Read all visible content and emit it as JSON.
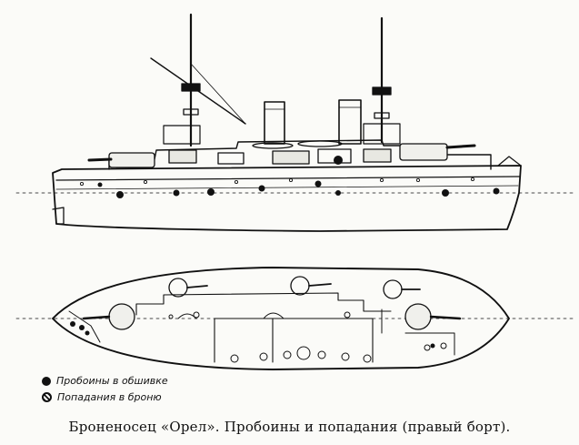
{
  "legend": {
    "items": [
      {
        "label": "Пробоины в обшивке",
        "icon": "hole-marker-icon"
      },
      {
        "label": "Попадания в броню",
        "icon": "armor-hit-marker-icon"
      }
    ]
  },
  "caption": "Броненосец «Орел». Пробоины и попадания (правый борт).",
  "colors": {
    "ink": "#111111",
    "paper": "#fbfbf8"
  }
}
